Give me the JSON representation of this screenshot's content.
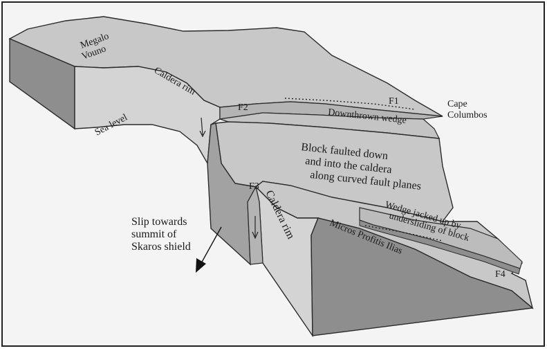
{
  "labels": {
    "megalo": "Megalo",
    "vouno": "Vouno",
    "caldera_rim_upper": "Caldera rim",
    "sea_level": "Sea level",
    "f1": "F1",
    "f2": "F2",
    "f3": "F3",
    "f4": "F4",
    "cape": "Cape",
    "columbos": "Columbos",
    "downthrown_wedge": "Downthrown wedge",
    "block_line1": "Block faulted down",
    "block_line2": "and into the caldera",
    "block_line3": "along curved fault planes",
    "caldera_rim_lower": "Caldera rim",
    "wedge_line1": "Wedge jacked up by",
    "wedge_line2": "undersliding of block",
    "micros": "Micros Profitis Ilias",
    "slip_line1": "Slip towards",
    "slip_line2": "summit of",
    "slip_line3": "Skaros shield"
  },
  "colors": {
    "frame_bg": "#f4f4f4",
    "top_surface": "#c8c8c8",
    "face_mid": "#b4b4b4",
    "face_dark": "#8e8e8e",
    "face_light": "#d4d4d4",
    "outline": "#2a2a2a"
  }
}
